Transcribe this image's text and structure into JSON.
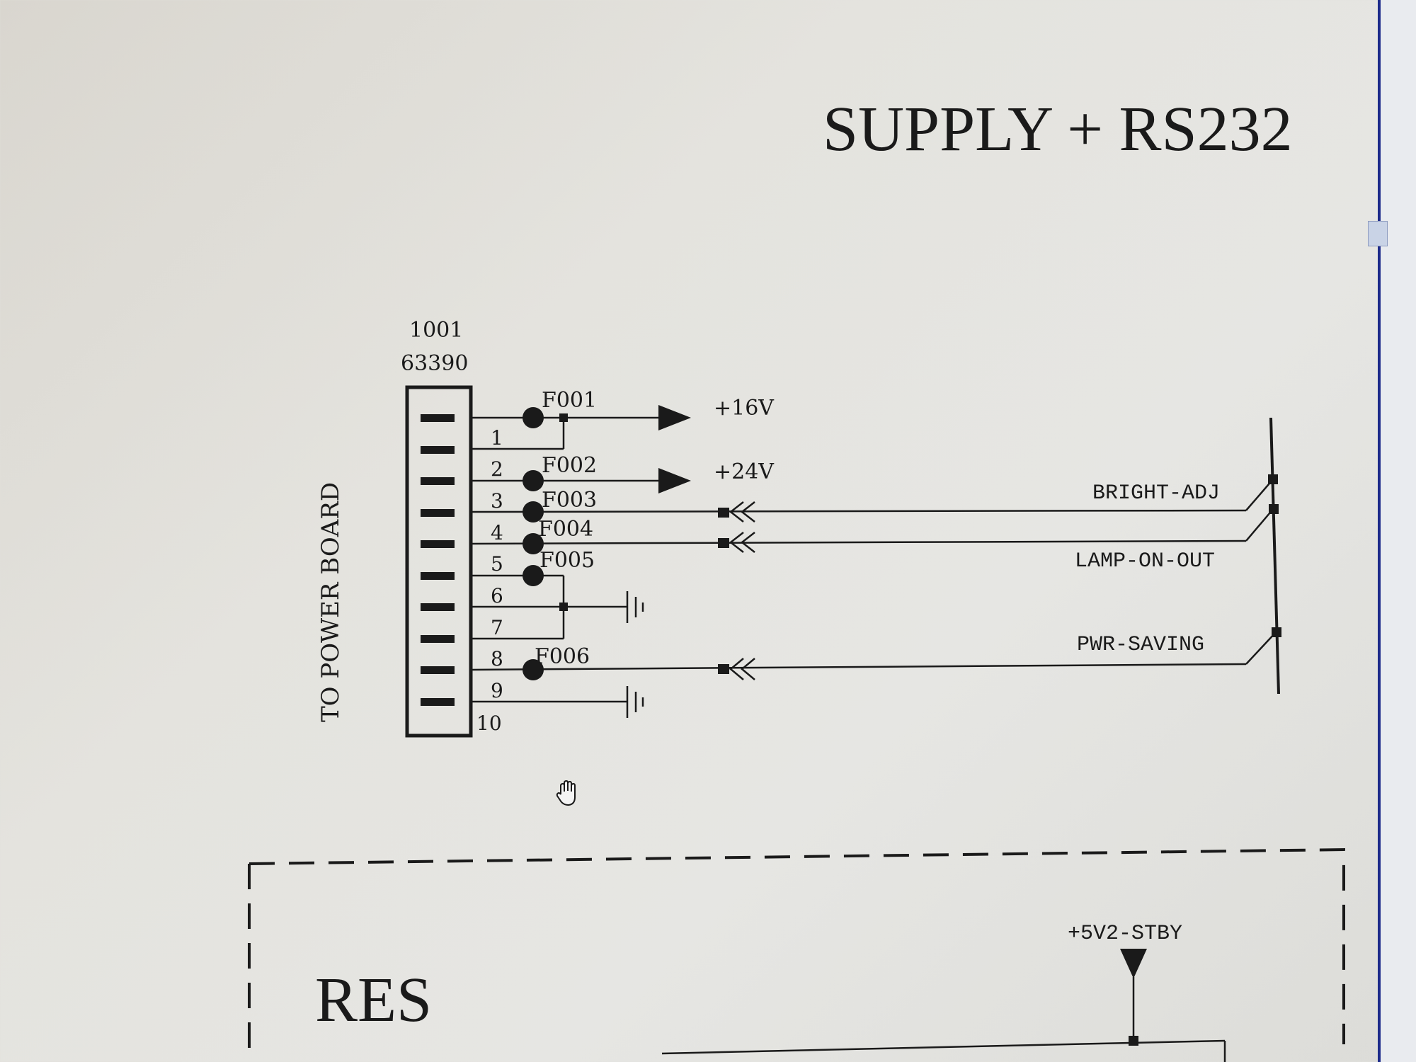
{
  "sheet": {
    "title": "SUPPLY + RS232",
    "section_title": "RES"
  },
  "connector": {
    "ref": "1001",
    "part": "63390",
    "side_label": "TO POWER BOARD",
    "pins": [
      "1",
      "2",
      "3",
      "4",
      "5",
      "6",
      "7",
      "8",
      "9",
      "10"
    ]
  },
  "fuses": [
    "F001",
    "F002",
    "F003",
    "F004",
    "F005",
    "F006"
  ],
  "rails": {
    "v16": "+16V",
    "v24": "+24V",
    "standby": "+5V2-STBY"
  },
  "signals": {
    "bright_adj": "BRIGHT-ADJ",
    "lamp_on_out": "LAMP-ON-OUT",
    "pwr_saving": "PWR-SAVING"
  },
  "icons": {
    "cursor": "hand-cursor-icon",
    "ground": "ground-symbol-icon",
    "supply_arrow": "supply-arrow-icon"
  },
  "colors": {
    "ink": "#1a1a1a",
    "background": "#e4e3de",
    "scrollbar_edge": "#1c2a8a"
  }
}
